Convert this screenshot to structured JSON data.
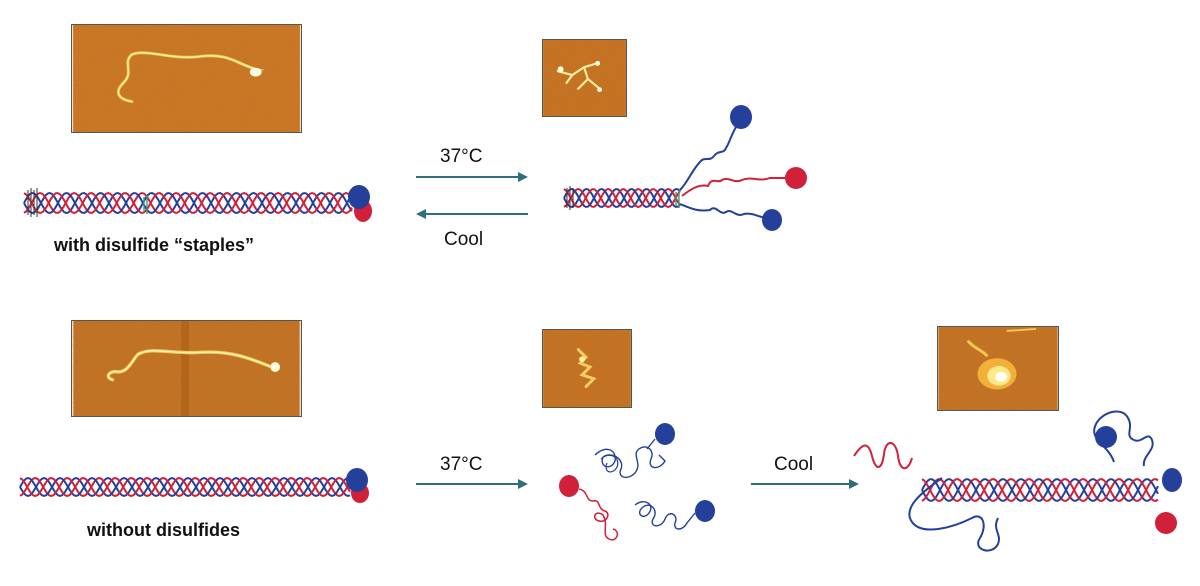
{
  "rows": [
    {
      "caption": "with disulfide “staples”",
      "forward_label": "37°C",
      "reverse_label": "Cool"
    },
    {
      "caption": "without disulfides",
      "forward_label": "37°C",
      "cool_label": "Cool"
    }
  ],
  "colors": {
    "strand_red": "#d0203a",
    "strand_blue": "#24409a",
    "arrow": "#2f6f78",
    "afm_base": "#c5691a",
    "afm_dark": "#8a3d0c",
    "afm_feature": "#fff0a0",
    "staple_green": "#3aa36a"
  }
}
